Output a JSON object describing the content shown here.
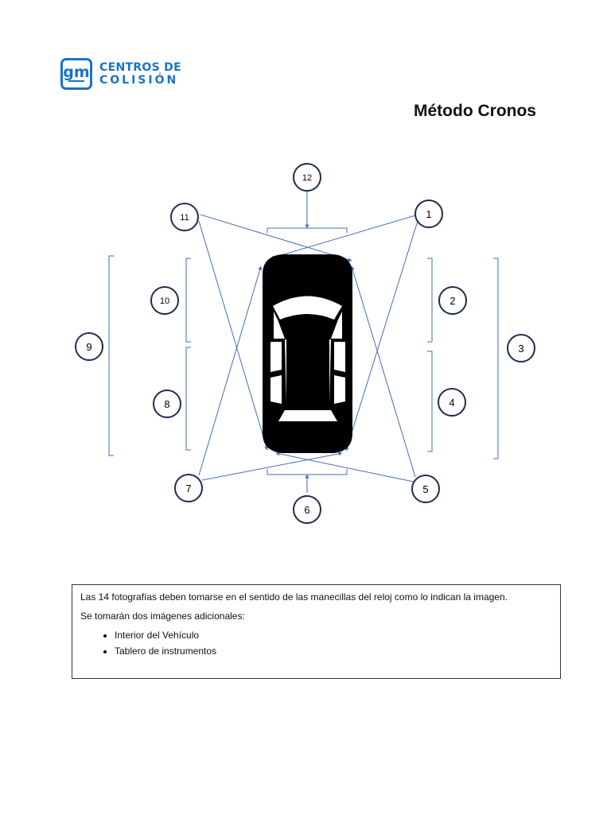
{
  "logo": {
    "mark": "gm",
    "line1": "CENTROS DE",
    "line2": "COLISIÓN",
    "color": "#1a73c7"
  },
  "title": "Método Cronos",
  "diagram": {
    "accent_color": "#3f6fb8",
    "circle_color": "#1f2d4d",
    "car_color": "#000000",
    "positions": [
      "1",
      "2",
      "3",
      "4",
      "5",
      "6",
      "7",
      "8",
      "9",
      "10",
      "11",
      "12"
    ]
  },
  "note": {
    "line1": "Las 14 fotografías deben tomarse en el sentido de las manecillas del reloj como lo indican la imagen.",
    "line2": "Se tomarán dos imágenes adicionales:",
    "items": [
      "Interior del Vehículo",
      "Tablero de instrumentos"
    ]
  }
}
